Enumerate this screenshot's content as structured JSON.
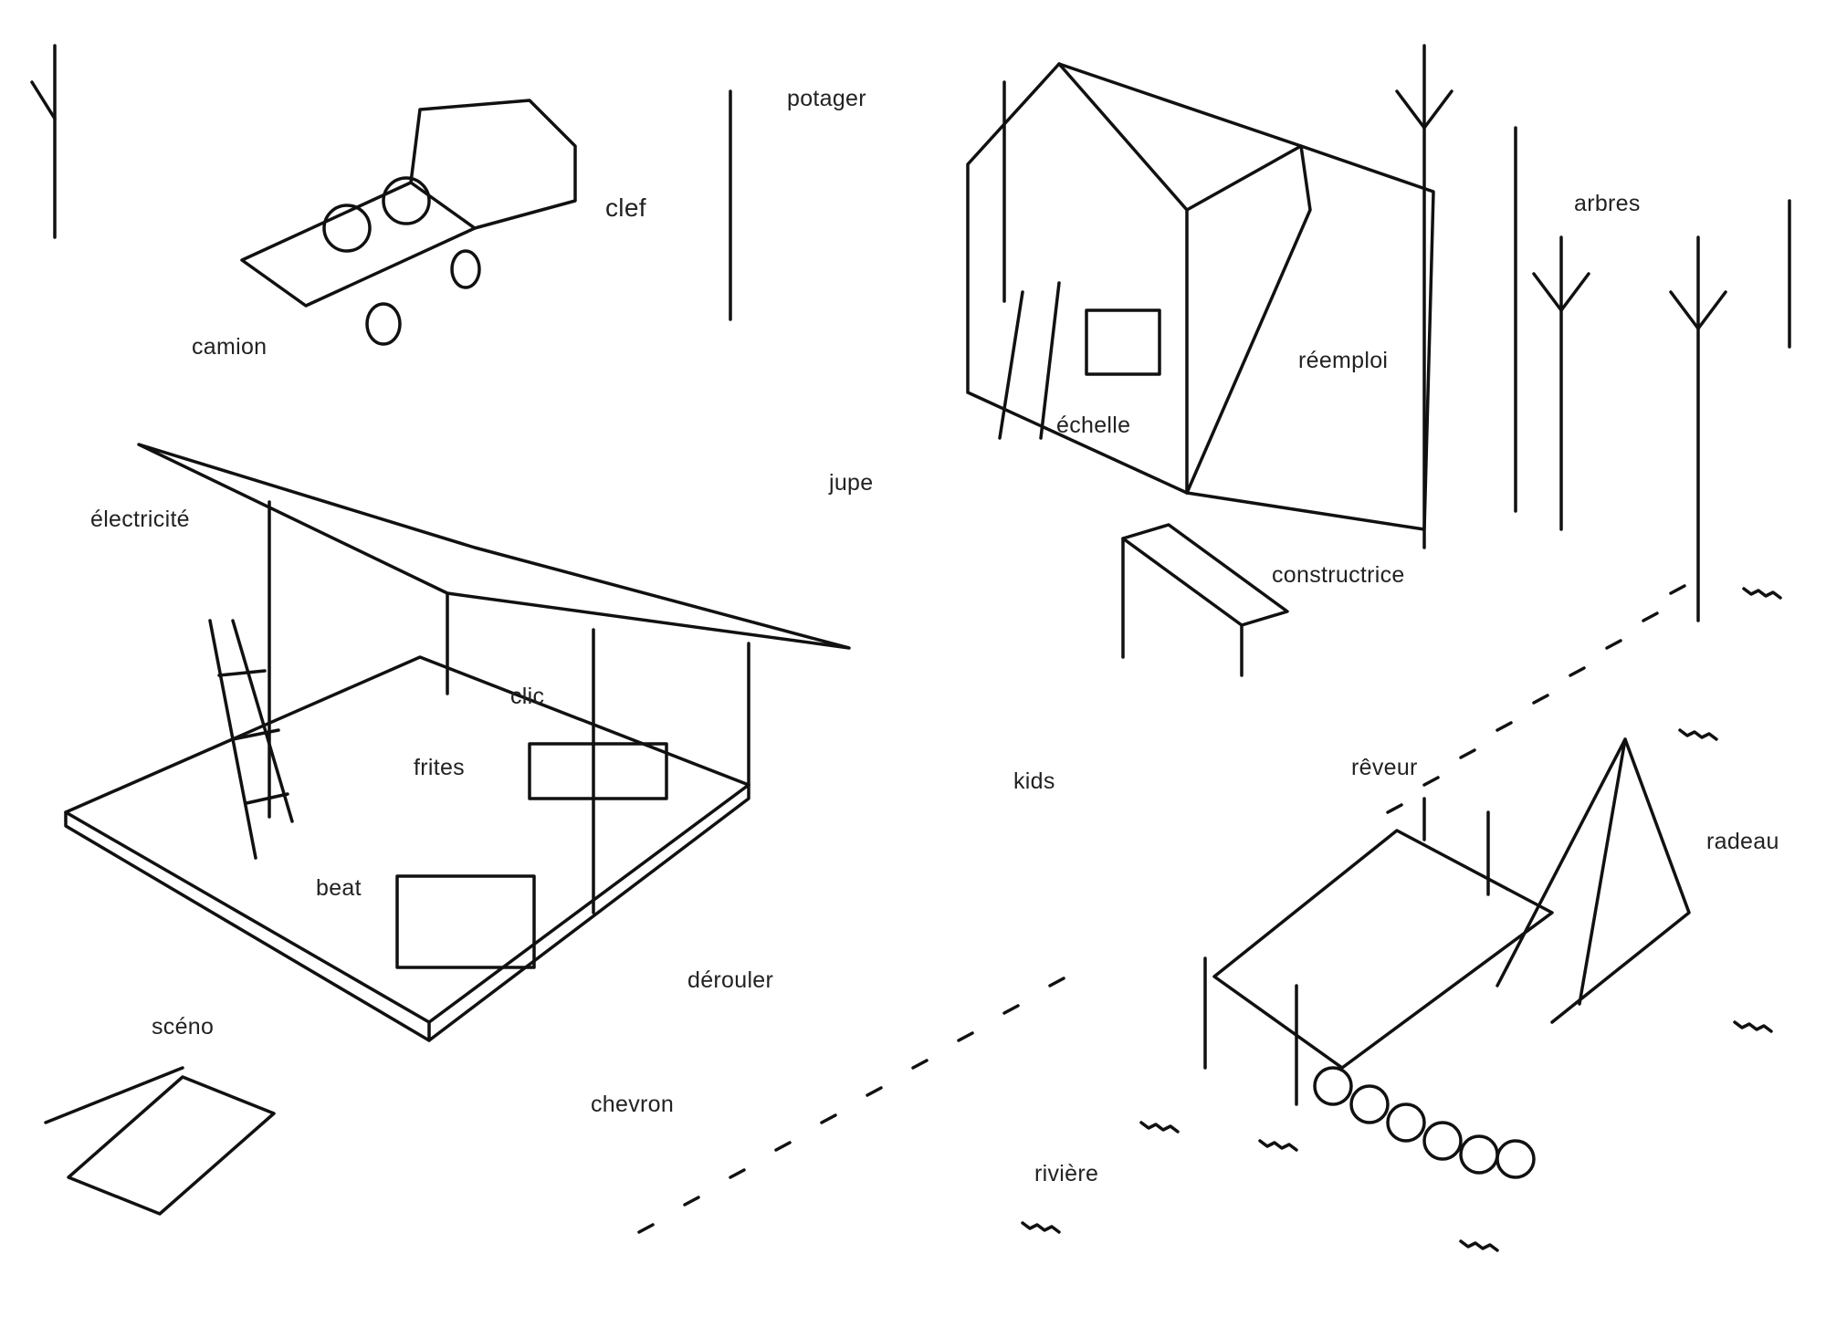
{
  "labels": {
    "potager": "potager",
    "clef": "clef",
    "camion": "camion",
    "arbres": "arbres",
    "reemploi": "réemploi",
    "echelle": "échelle",
    "jupe": "jupe",
    "electricite": "électricité",
    "constructrice": "constructrice",
    "clic": "clic",
    "frites": "frites",
    "kids": "kids",
    "reveur": "rêveur",
    "radeau": "radeau",
    "beat": "beat",
    "derouler": "dérouler",
    "sceno": "scéno",
    "chevron": "chevron",
    "riviere": "rivière"
  },
  "colors": {
    "ink": "#111111",
    "paper": "#ffffff"
  }
}
